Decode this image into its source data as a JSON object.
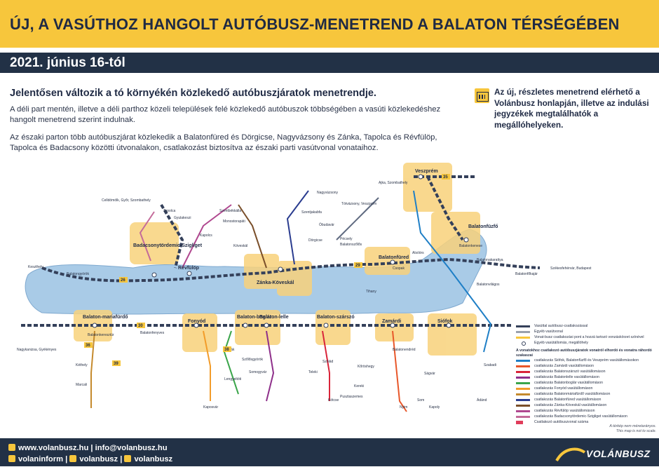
{
  "header": {
    "title": "ÚJ, A VASÚTHOZ HANGOLT AUTÓBUSZ-MENETREND A BALATON TÉRSÉGÉBEN",
    "date": "2021. június 16-tól"
  },
  "intro": {
    "heading": "Jelentősen változik a tó környékén közlekedő autóbuszjáratok menetrendje.",
    "para1": "A déli part mentén, illetve a déli parthoz közeli települések felé közlekedő autóbuszok többségében a vasúti közlekedéshez hangolt menetrend szerint indulnak.",
    "para2": "Az északi parton több autóbuszjárat közlekedik a Balatonfüred és Dörgicse, Nagyvázsony és Zánka, Tapolca és Révfülöp, Tapolca és Badacsony közötti útvonalakon, csatlakozást biztosítva az északi parti vasútvonal vonataihoz."
  },
  "notice": {
    "text": "Az új, részletes menetrend elérhető a Volánbusz honlapján, illetve az indulási jegyzékek megtalálhatók a megállóhelyeken."
  },
  "colors": {
    "title_bg": "#f7c63c",
    "dark_bg": "#223146",
    "lake": "#a9cbe7",
    "rail": "#34405a",
    "highlight": "#f8d27b"
  },
  "map": {
    "lake_label": "",
    "hubs": [
      "Veszprém",
      "Balatonfüzfő",
      "Badacsonytördemic-Szigliget",
      "Révfülöp",
      "Zánka-Köveskál",
      "Balatonfüred",
      "Balaton-mariafürdő",
      "Fonyód",
      "Balaton-boglár",
      "Balaton-lelle",
      "Balaton-szárszó",
      "Zamárdi",
      "Siófok"
    ],
    "places": [
      {
        "name": "Tapolca"
      },
      {
        "name": "Gyulakeszi"
      },
      {
        "name": "Monostorapáti"
      },
      {
        "name": "Kapolcs"
      },
      {
        "name": "Szentbékkálla"
      },
      {
        "name": "Köveskál"
      },
      {
        "name": "Nagyvázsony"
      },
      {
        "name": "Szentjakabfa"
      },
      {
        "name": "Öbudavár"
      },
      {
        "name": "Dörgicse"
      },
      {
        "name": "Pécsely"
      },
      {
        "name": "Balatonszőlős"
      },
      {
        "name": "Tihany"
      },
      {
        "name": "Alsóörs"
      },
      {
        "name": "Csopak"
      },
      {
        "name": "Balatonkenese"
      },
      {
        "name": "Balatonakarattya"
      },
      {
        "name": "Balatonfőkajár"
      },
      {
        "name": "Balatonvilágos"
      },
      {
        "name": "Balatongyörök"
      },
      {
        "name": "Keszthely"
      },
      {
        "name": "Balatonkeresztúr"
      },
      {
        "name": "Balatonfenyves"
      },
      {
        "name": "Buzsák"
      },
      {
        "name": "Lengyeltóti"
      },
      {
        "name": "Somogyvár"
      },
      {
        "name": "Szőlősgyörök"
      },
      {
        "name": "Kötcse"
      },
      {
        "name": "Kereki"
      },
      {
        "name": "Pusztaszemes"
      },
      {
        "name": "Szólád"
      },
      {
        "name": "Teleki"
      },
      {
        "name": "Kőröshegy"
      },
      {
        "name": "Balatonendréd"
      },
      {
        "name": "Ságvár"
      },
      {
        "name": "Som"
      },
      {
        "name": "Nyim"
      },
      {
        "name": "Kapoly"
      },
      {
        "name": "Marcali"
      },
      {
        "name": "Kéthely"
      },
      {
        "name": "Ádánd"
      },
      {
        "name": "Szabadi"
      },
      {
        "name": "Kaposvár"
      },
      {
        "name": "Nagykanizsa, Gyékényes"
      },
      {
        "name": "Székesfehérvár, Budapest"
      },
      {
        "name": "Ajka, Szombathely"
      },
      {
        "name": "Celldömölk, Győr, Szombathely"
      },
      {
        "name": "Tótvázsony, Veszprém"
      }
    ],
    "route_numbers": [
      "26",
      "29",
      "30",
      "35",
      "36",
      "38",
      "39"
    ]
  },
  "legend": {
    "items": [
      {
        "label": "Vasúttal autóbusz-csatlakozással",
        "color": "#34405a"
      },
      {
        "label": "Egyéb vasútvonal",
        "color": "#9aa1ad"
      },
      {
        "label": "Vonat-busz csatlakozási pont a hozzá tartozó vonzáskörzet színével",
        "color": "#f7c63c"
      },
      {
        "label": "Egyéb vasútállomás, megállóhely",
        "color": "#ffffff"
      }
    ],
    "section_title": "A vonatokhoz csatlakozó autóbuszjáratok vonatról elhordó és vonatra ráhordó szakaszai",
    "routes": [
      {
        "label": "csatlakozás Siófok, Balatonfüzfő és Veszprém vasútállomásokon",
        "color": "#1f7fc6"
      },
      {
        "label": "csatlakozás Zamárdi vasútállomáson",
        "color": "#e8572a"
      },
      {
        "label": "csatlakozás Balatonszárszó vasútállomáson",
        "color": "#d9243a"
      },
      {
        "label": "csatlakozás Balatonlelle vasútállomáson",
        "color": "#8e2f8a"
      },
      {
        "label": "csatlakozás Balatonboglár vasútállomáson",
        "color": "#3aa54a"
      },
      {
        "label": "csatlakozás Fonyód vasútállomáson",
        "color": "#f29c2a"
      },
      {
        "label": "csatlakozás Balatonmáriafürdő vasútállomáson",
        "color": "#c58a2d"
      },
      {
        "label": "csatlakozás Balatonfüred vasútállomáson",
        "color": "#2a3c8f"
      },
      {
        "label": "csatlakozás Zánka-Köveskál vasútállomáson",
        "color": "#7a4f2a"
      },
      {
        "label": "csatlakozás Révfülöp vasútállomáson",
        "color": "#b0478f"
      },
      {
        "label": "csatlakozás Badacsonytördemic-Szigliget vasútállomáson",
        "color": "#c46b9a"
      },
      {
        "label": "Csatlakozó autóbuszvonal száma",
        "color": "#e03c5a"
      }
    ]
  },
  "disclaimer": {
    "hu": "A térkép nem méretarányos.",
    "en": "This map is not to scale."
  },
  "footer": {
    "web": "www.volanbusz.hu",
    "email": "info@volanbusz.hu",
    "social1": "volaninform",
    "social2": "volanbusz",
    "social3": "volanbusz",
    "brand": "VOLÁNBUSZ"
  }
}
